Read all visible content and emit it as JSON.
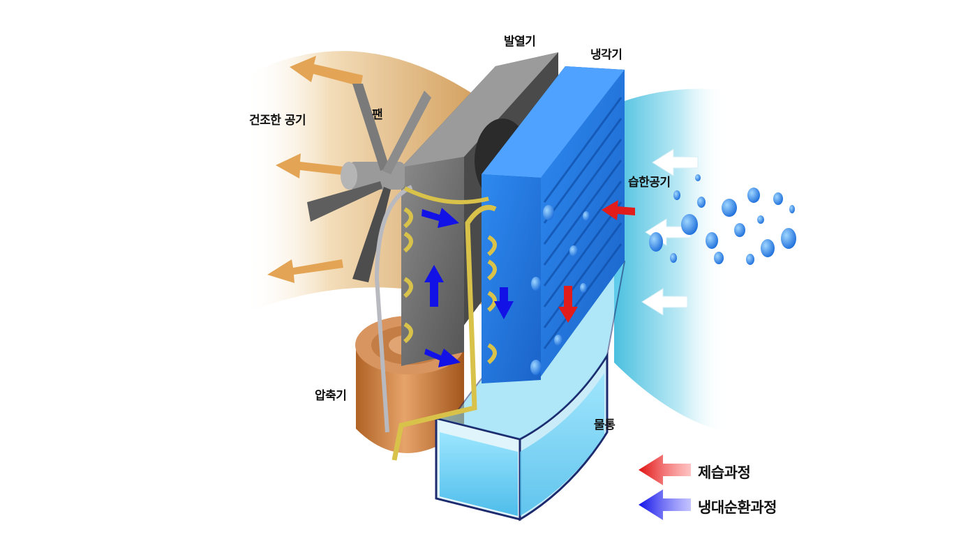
{
  "labels": {
    "condenser": "발열기",
    "evaporator": "냉각기",
    "dry_air": "건조한 공기",
    "fan": "팬",
    "humid_air": "습한공기",
    "compressor": "압축기",
    "water_tank": "물통"
  },
  "legend": [
    {
      "label": "제습과정",
      "color": "#e21b1b",
      "icon": "red-arrow-icon"
    },
    {
      "label": "냉대순환과정",
      "color": "#1b1be2",
      "icon": "blue-arrow-icon"
    }
  ],
  "colors": {
    "warm_air": "#e8a94f",
    "cool_air": "#7fd3e8",
    "evaporator_blue": "#1f7de6",
    "condenser_gray": "#6b6b6b",
    "compressor_copper": "#c77a3c",
    "coil_gold": "#d8c24a",
    "water": "#5cc8f0"
  }
}
